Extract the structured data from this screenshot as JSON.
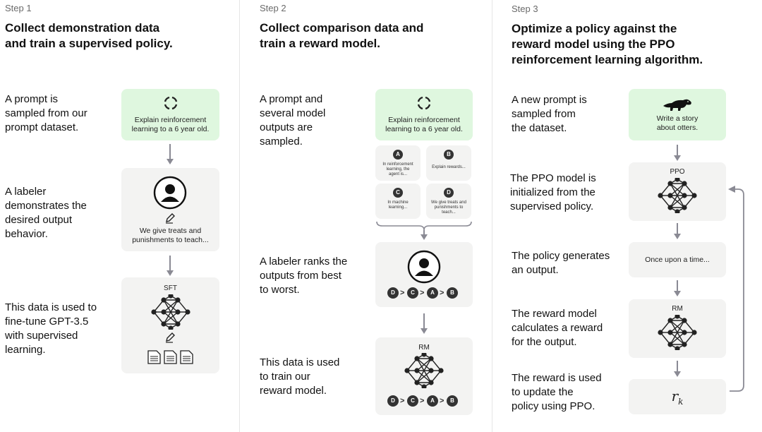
{
  "steps": [
    {
      "label": "Step 1",
      "title": "Collect demonstration data\nand train a supervised policy.",
      "descriptions": [
        "A prompt is\nsampled from our\nprompt dataset.",
        "A labeler\ndemonstrates the\ndesired output\nbehavior.",
        "This data is used to\nfine-tune GPT-3.5\nwith supervised\nlearning."
      ],
      "prompt_text": "Explain reinforcement\nlearning to a 6 year old.",
      "demo_text": "We give treats and\npunishments to teach...",
      "model_label": "SFT"
    },
    {
      "label": "Step 2",
      "title": "Collect comparison data and\ntrain a reward model.",
      "descriptions": [
        "A prompt and\nseveral model\noutputs are\nsampled.",
        "A labeler ranks the\noutputs from best\nto worst.",
        "This data is used\nto train our\nreward model."
      ],
      "prompt_text": "Explain reinforcement\nlearning to a 6 year old.",
      "outputs": [
        {
          "letter": "A",
          "text": "In reinforcement\nlearning, the\nagent is..."
        },
        {
          "letter": "B",
          "text": "Explain rewards..."
        },
        {
          "letter": "C",
          "text": "In machine\nlearning..."
        },
        {
          "letter": "D",
          "text": "We give treats and\npunishments to\nteach..."
        }
      ],
      "ranking": [
        "D",
        "C",
        "A",
        "B"
      ],
      "rank_separator": ">",
      "model_label": "RM"
    },
    {
      "label": "Step 3",
      "title": "Optimize a policy against the\nreward model using the PPO\nreinforcement learning algorithm.",
      "descriptions": [
        "A new prompt is\nsampled from\nthe dataset.",
        "The PPO model is\ninitialized from the\nsupervised policy.",
        "The policy generates\nan output.",
        "The reward model\ncalculates a reward\nfor the output.",
        "The reward is used\nto update the\npolicy using PPO."
      ],
      "prompt_text": "Write a story\nabout otters.",
      "ppo_label": "PPO",
      "output_text": "Once upon a time...",
      "rm_label": "RM",
      "reward_symbol": "r",
      "reward_subscript": "k"
    }
  ],
  "colors": {
    "prompt_box": "#dff7df",
    "card": "#f3f3f2",
    "arrow": "#8a8a94",
    "badge": "#333333"
  },
  "icons": [
    "refresh-icon",
    "person-icon",
    "pencil-icon",
    "neural-network-icon",
    "documents-icon",
    "otter-icon",
    "loop-arrow"
  ]
}
